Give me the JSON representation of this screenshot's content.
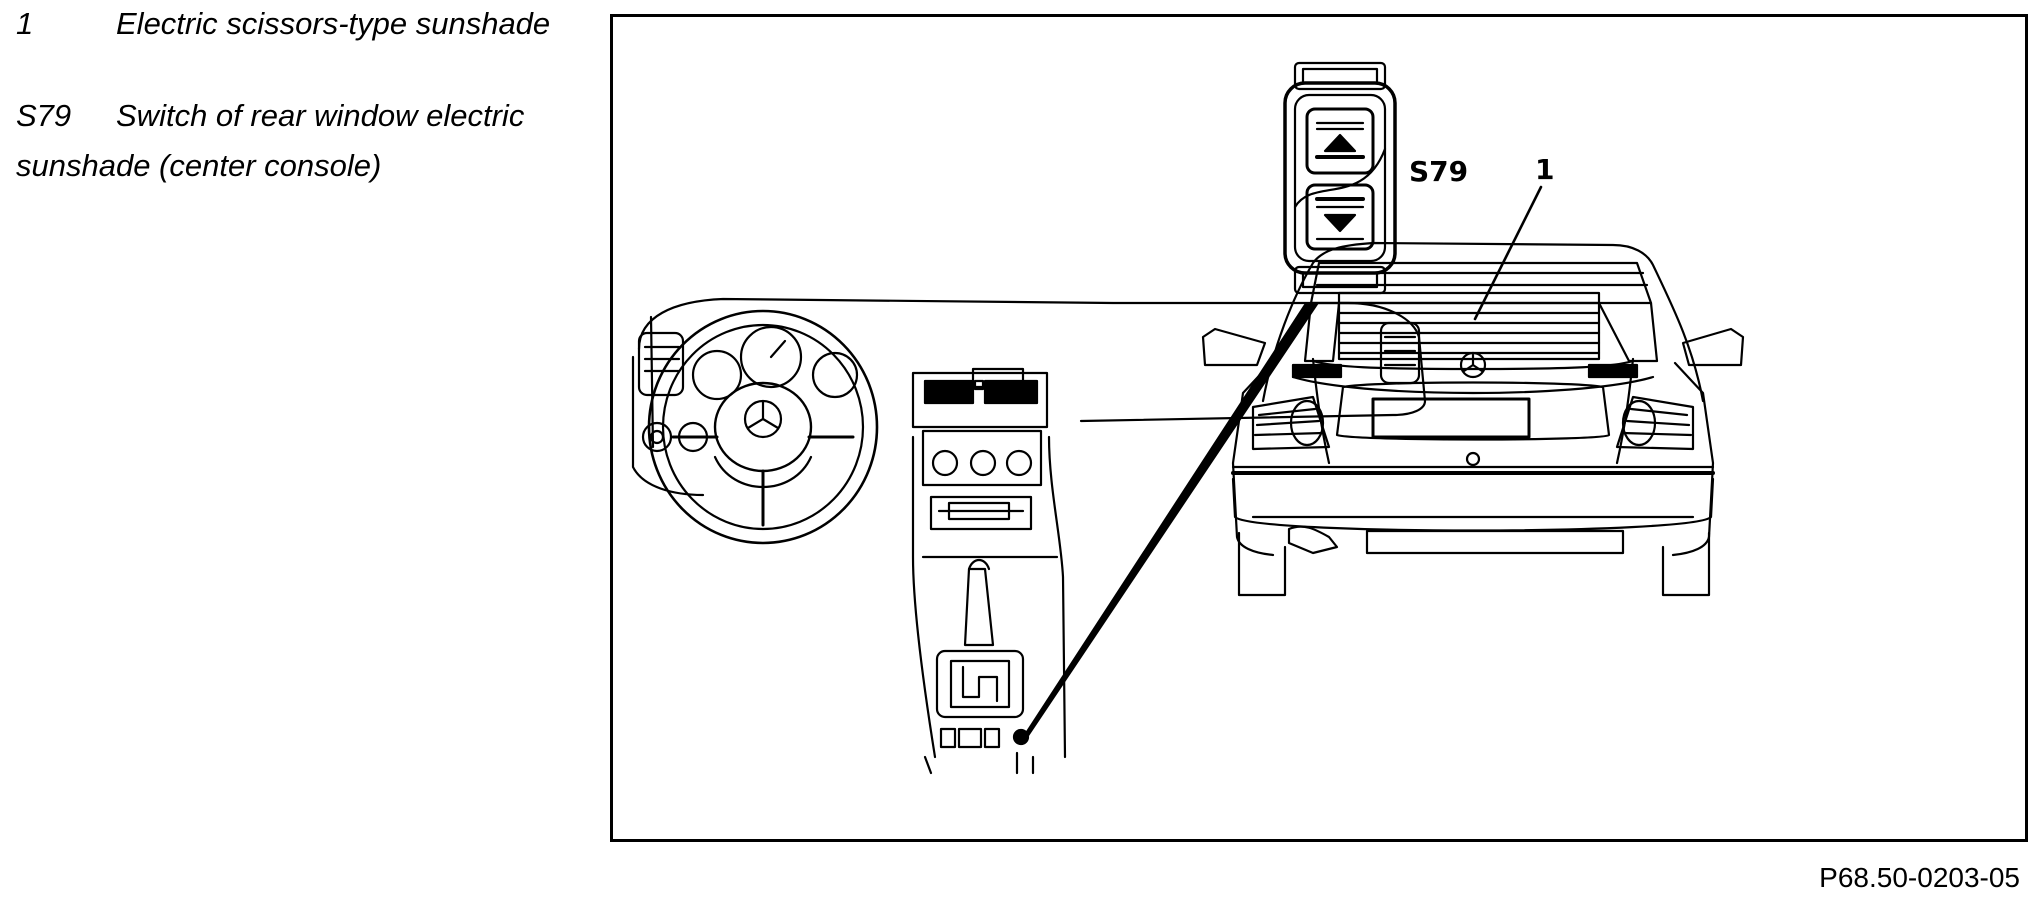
{
  "legend": [
    {
      "code": "1",
      "description": "Electric scissors-type sunshade"
    },
    {
      "code": "S79",
      "description_line1": "Switch of rear window electric",
      "description_line2": "sunshade (center console)"
    }
  ],
  "callouts": {
    "switch": "S79",
    "sunshade": "1"
  },
  "figure_reference": "P68.50-0203-05"
}
